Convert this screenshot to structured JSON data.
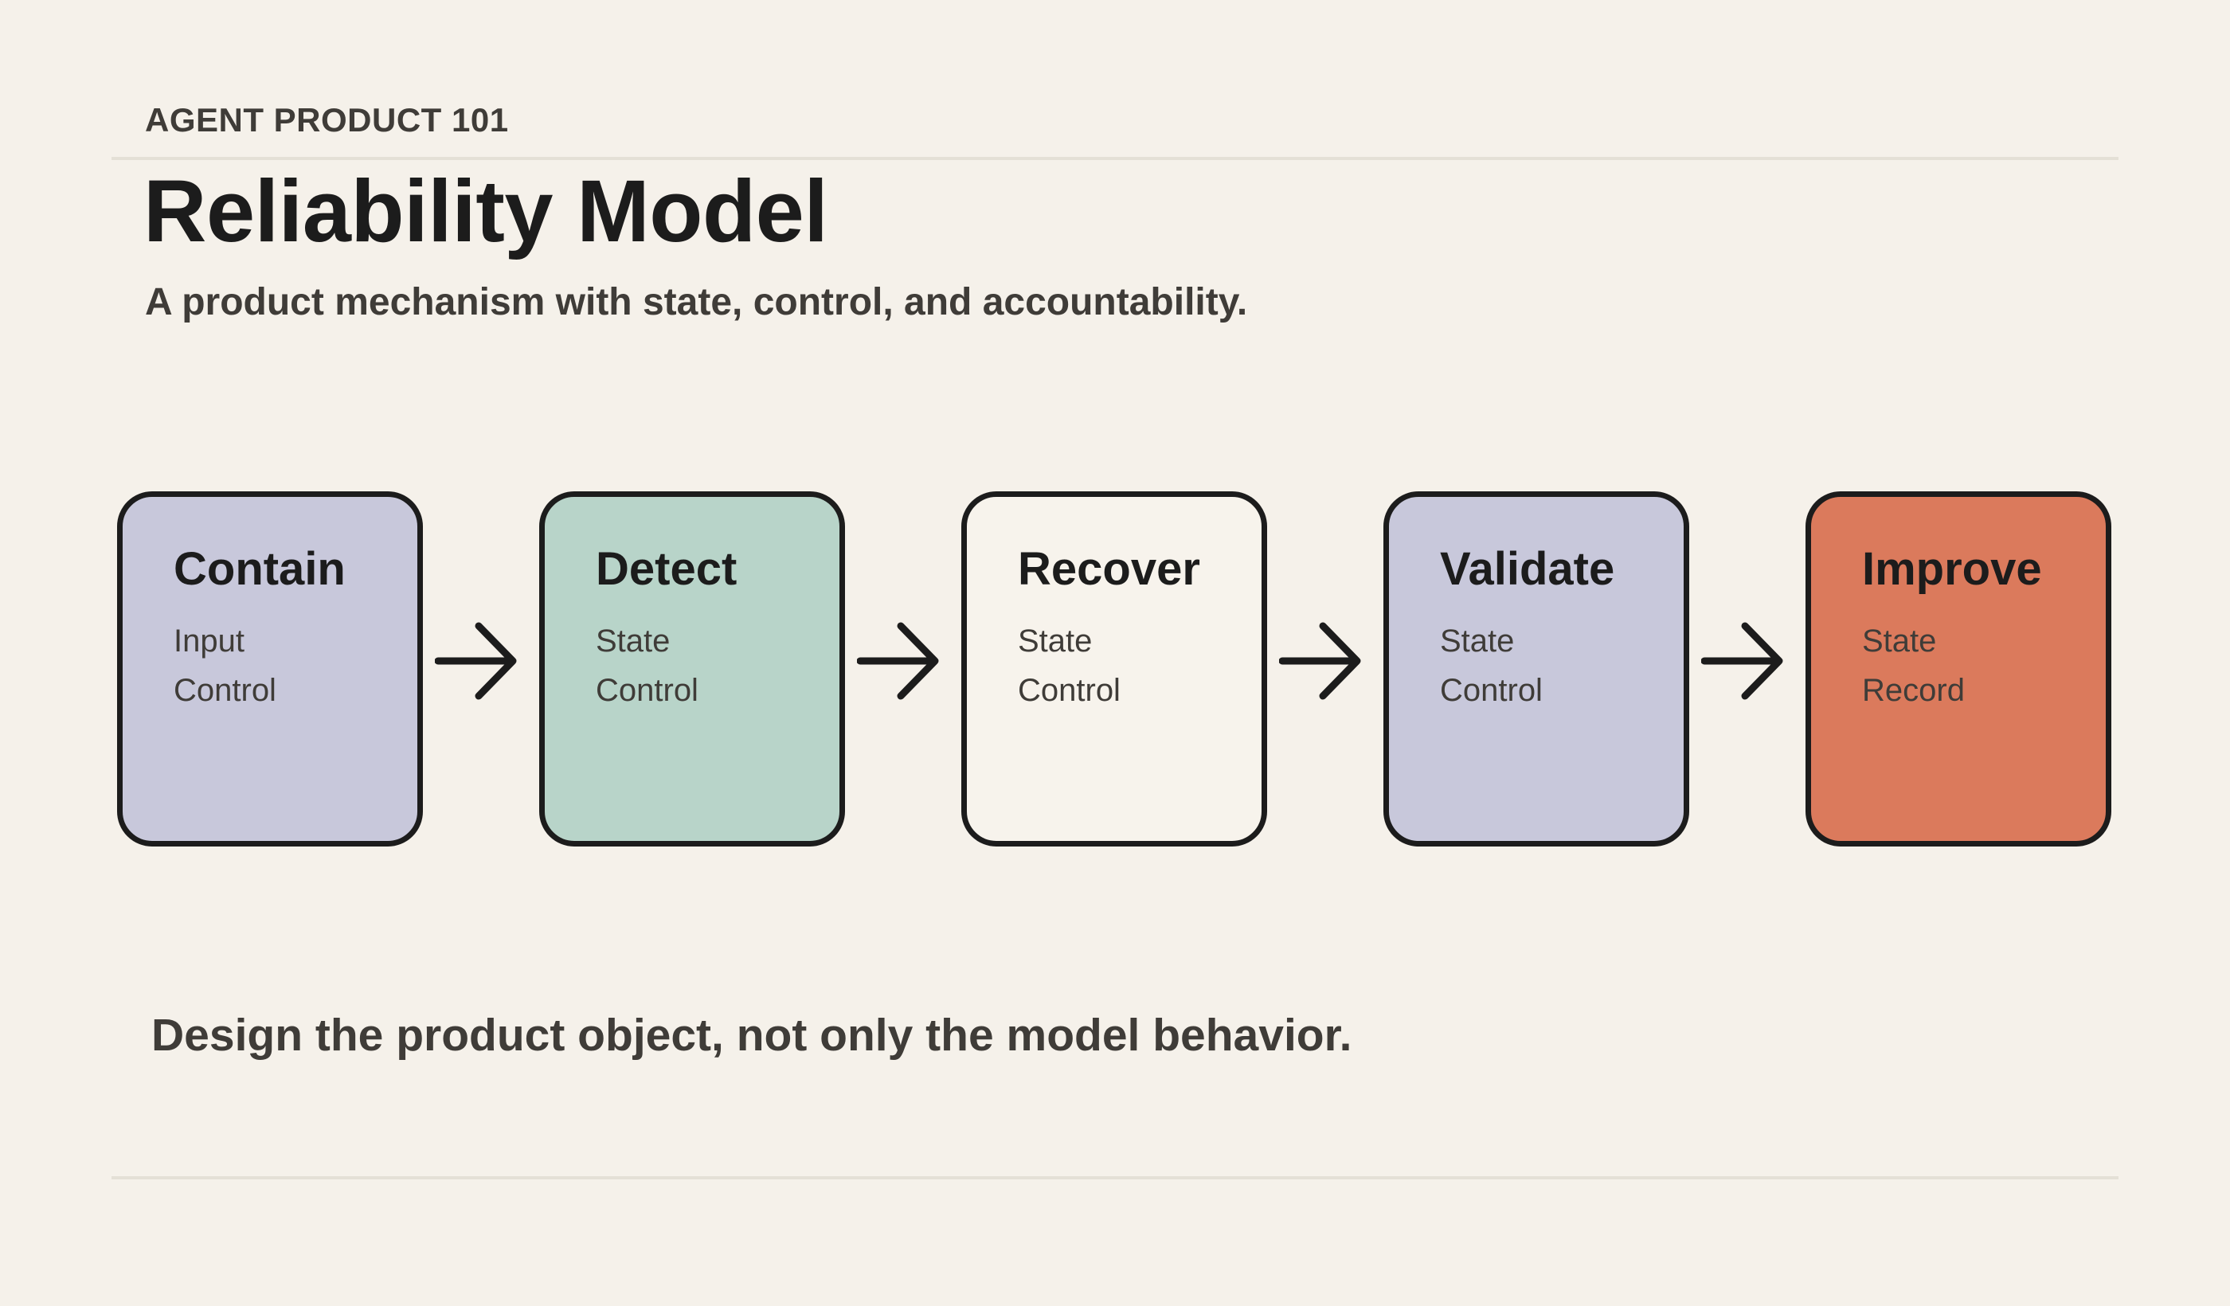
{
  "header": {
    "eyebrow": "AGENT PRODUCT 101",
    "title": "Reliability Model",
    "subtitle": "A product mechanism with state, control, and accountability."
  },
  "stages": [
    {
      "title": "Contain",
      "lines": [
        "Input",
        "Control"
      ],
      "color": "#c8c8db"
    },
    {
      "title": "Detect",
      "lines": [
        "State",
        "Control"
      ],
      "color": "#b8d4c9"
    },
    {
      "title": "Recover",
      "lines": [
        "State",
        "Control"
      ],
      "color": "#f7f3ec"
    },
    {
      "title": "Validate",
      "lines": [
        "State",
        "Control"
      ],
      "color": "#c8c8db"
    },
    {
      "title": "Improve",
      "lines": [
        "State",
        "Record"
      ],
      "color": "#db7a5c"
    }
  ],
  "footer": {
    "takeaway": "Design the product object, not only the model behavior."
  },
  "colors": {
    "background": "#f5f1ea",
    "outline": "#1c1c1c",
    "rule": "#e4e0d6"
  }
}
